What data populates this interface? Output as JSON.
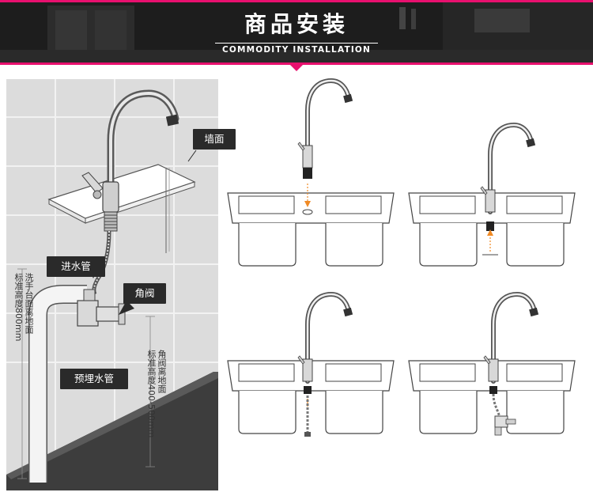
{
  "header": {
    "title": "商品安装",
    "subtitle": "COMMODITY INSTALLATION"
  },
  "labels": {
    "wall": "墙面",
    "inlet_pipe": "进水管",
    "angle_valve": "角阀",
    "embedded_pipe": "预埋水管",
    "basin_height_line1": "洗手台面离地面",
    "basin_height_line2": "标准高度800mm",
    "valve_height_line1": "角阀离地面",
    "valve_height_line2": "标准高度400-500mm"
  },
  "colors": {
    "accent": "#e8106e",
    "callout": "#2a2a2a",
    "arrow": "#f08a24"
  }
}
